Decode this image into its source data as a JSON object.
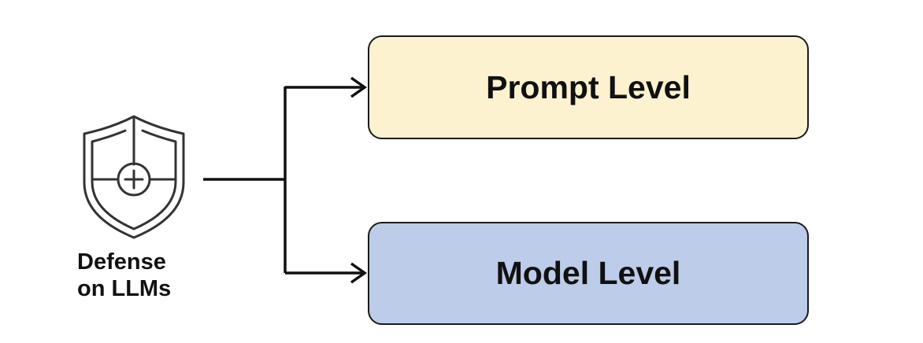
{
  "root": {
    "icon": "shield-plus-icon",
    "label_line1": "Defense",
    "label_line2": "on LLMs"
  },
  "branches": [
    {
      "label": "Prompt Level",
      "color": "#fcf2d0"
    },
    {
      "label": "Model Level",
      "color": "#bccce9"
    }
  ],
  "colors": {
    "stroke": "#1a1a1a",
    "icon": "#333333"
  }
}
